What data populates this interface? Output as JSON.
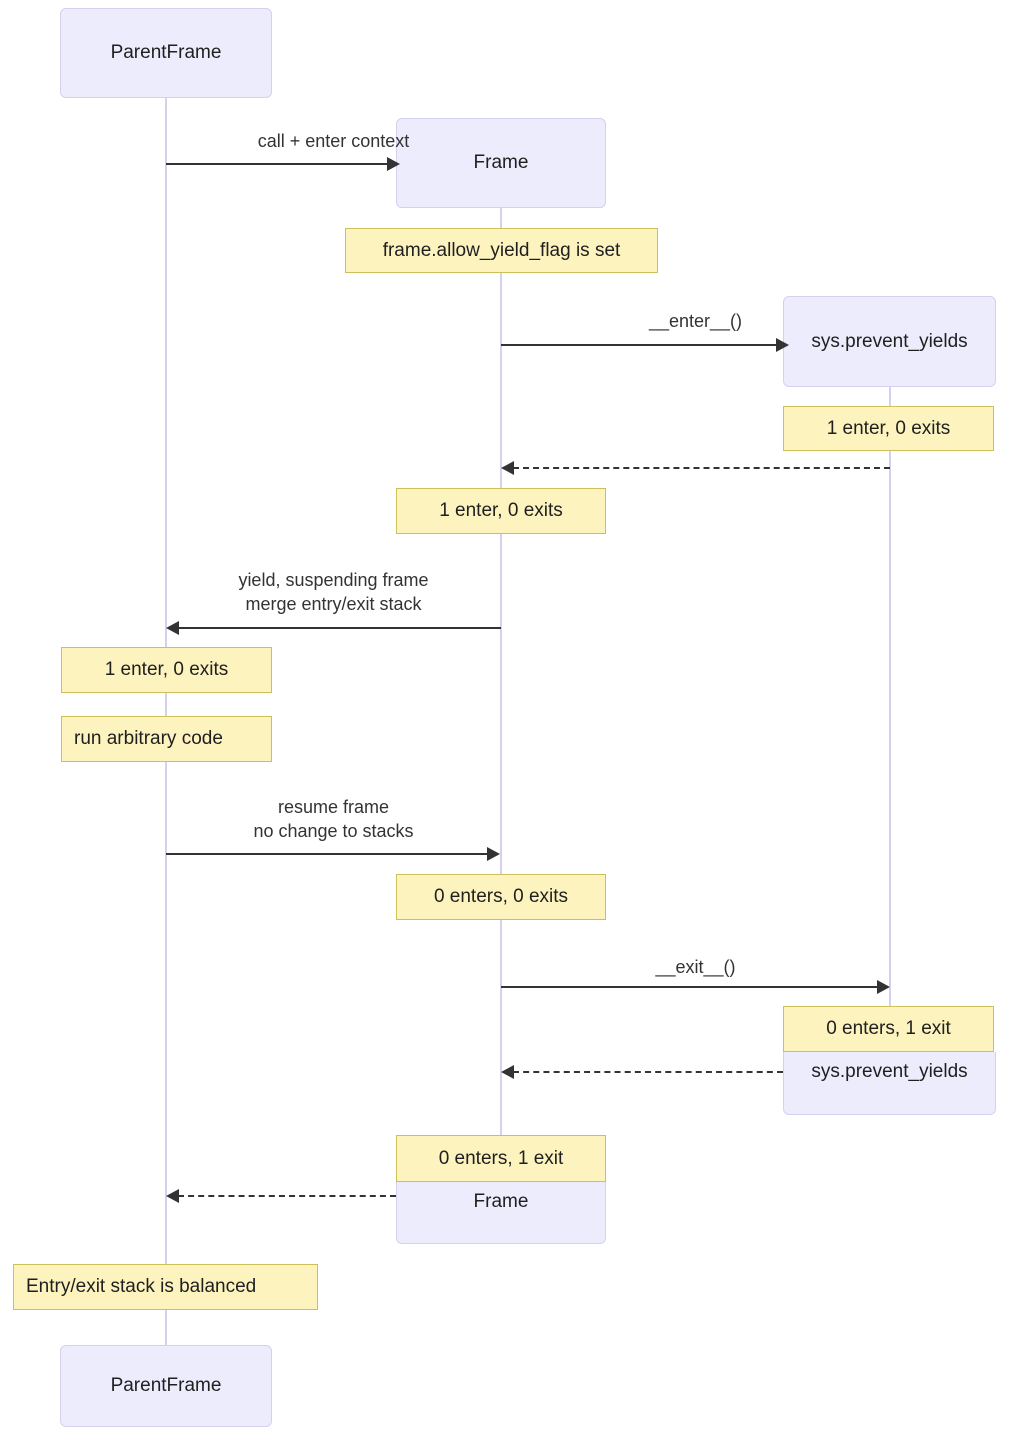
{
  "diagram": {
    "type": "sequence-diagram",
    "title": "Frame yield / prevent_yields entry-exit stack",
    "colors": {
      "participant_fill": "#ececfd",
      "participant_border": "#d6d0ef",
      "note_fill": "#fdf3bf",
      "note_border": "#ccc05a",
      "arrow": "#333333",
      "lifeline": "#d6d0ef",
      "background": "#ffffff"
    }
  },
  "participants": [
    {
      "id": "parent-top",
      "label": "ParentFrame"
    },
    {
      "id": "frame-top",
      "label": "Frame"
    },
    {
      "id": "sys-top",
      "label": "sys.prevent_yields"
    },
    {
      "id": "sys-bottom",
      "label": "sys.prevent_yields"
    },
    {
      "id": "frame-bottom",
      "label": "Frame"
    },
    {
      "id": "parent-bottom",
      "label": "ParentFrame"
    }
  ],
  "messages": [
    {
      "id": "m1",
      "label": "call + enter context",
      "from": "ParentFrame",
      "to": "Frame",
      "style": "solid",
      "direction": "right"
    },
    {
      "id": "m2",
      "label": "__enter__()",
      "from": "Frame",
      "to": "sys.prevent_yields",
      "style": "solid",
      "direction": "right"
    },
    {
      "id": "m3",
      "label": "",
      "from": "sys.prevent_yields",
      "to": "Frame",
      "style": "dashed",
      "direction": "left"
    },
    {
      "id": "m4",
      "label": "yield, suspending frame\nmerge entry/exit stack",
      "from": "Frame",
      "to": "ParentFrame",
      "style": "solid",
      "direction": "left"
    },
    {
      "id": "m5",
      "label": "resume frame\nno change to stacks",
      "from": "ParentFrame",
      "to": "Frame",
      "style": "solid",
      "direction": "right"
    },
    {
      "id": "m6",
      "label": "__exit__()",
      "from": "Frame",
      "to": "sys.prevent_yields",
      "style": "solid",
      "direction": "right"
    },
    {
      "id": "m7",
      "label": "",
      "from": "sys.prevent_yields",
      "to": "Frame",
      "style": "dashed",
      "direction": "left"
    },
    {
      "id": "m8",
      "label": "",
      "from": "Frame",
      "to": "ParentFrame",
      "style": "dashed",
      "direction": "left"
    }
  ],
  "notes": [
    {
      "id": "n1",
      "text": "frame.allow_yield_flag is set",
      "over": "Frame"
    },
    {
      "id": "n2",
      "text": "1 enter, 0 exits",
      "over": "sys.prevent_yields"
    },
    {
      "id": "n3",
      "text": "1 enter, 0 exits",
      "over": "Frame"
    },
    {
      "id": "n4",
      "text": "1 enter, 0 exits",
      "over": "ParentFrame"
    },
    {
      "id": "n5",
      "text": "run arbitrary code",
      "over": "ParentFrame"
    },
    {
      "id": "n6",
      "text": "0 enters, 0 exits",
      "over": "Frame"
    },
    {
      "id": "n7",
      "text": "0 enters, 1 exit",
      "over": "sys.prevent_yields"
    },
    {
      "id": "n8",
      "text": "0 enters, 1 exit",
      "over": "Frame"
    },
    {
      "id": "n9",
      "text": "Entry/exit stack is balanced",
      "over": "ParentFrame"
    }
  ]
}
